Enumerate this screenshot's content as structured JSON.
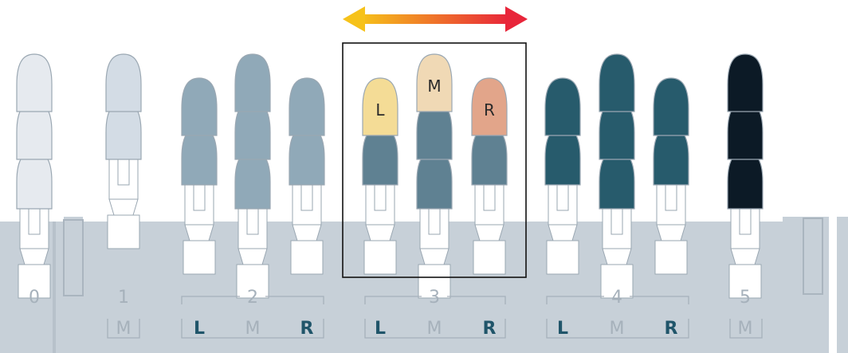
{
  "colors": {
    "base": "#c7d0d8",
    "base_edge": "#aab5bf",
    "tooth_outline": "#9aa7b2",
    "group_0": "#e6eaef",
    "group_1": "#d3dce5",
    "group_2": "#90a9b8",
    "group_3": "#5f8192",
    "group_4": "#275b6c",
    "group_5": "#0c1a26",
    "accent_L": "#f4dc96",
    "accent_M": "#f0d9b5",
    "accent_R": "#e2a58a",
    "arrow_left": "#f6c21a",
    "arrow_right": "#e8253a",
    "label_dim": "#a6b1bb",
    "label_strong": "#20556a",
    "highlight_box": "#111111"
  },
  "arrow": {
    "direction": "bidirectional"
  },
  "groups": [
    {
      "number": "0",
      "sublabels": []
    },
    {
      "number": "1",
      "sublabels": [
        "M"
      ]
    },
    {
      "number": "2",
      "sublabels": [
        "L",
        "M",
        "R"
      ]
    },
    {
      "number": "3",
      "sublabels": [
        "L",
        "M",
        "R"
      ]
    },
    {
      "number": "4",
      "sublabels": [
        "L",
        "M",
        "R"
      ]
    },
    {
      "number": "5",
      "sublabels": [
        "M"
      ]
    }
  ],
  "highlight": {
    "group": "3",
    "tooth_labels": {
      "left": "L",
      "middle": "M",
      "right": "R"
    }
  }
}
